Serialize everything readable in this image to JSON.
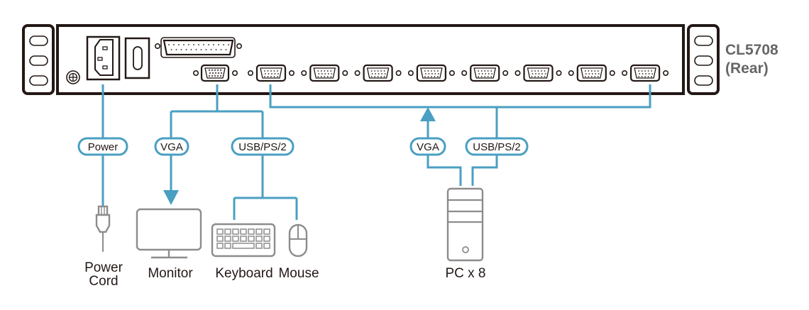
{
  "diagram": {
    "title_line1": "CL5708",
    "title_line2": "(Rear)",
    "colors": {
      "cable": "#4a9fc2",
      "outline": "#231815",
      "device": "#8c8c8c",
      "title": "#666666"
    },
    "cable_labels": {
      "power": "Power",
      "console_vga": "VGA",
      "console_usb": "USB/PS/2",
      "pc_vga": "VGA",
      "pc_usb": "USB/PS/2"
    },
    "devices": {
      "power_cord_line1": "Power",
      "power_cord_line2": "Cord",
      "monitor": "Monitor",
      "keyboard": "Keyboard",
      "mouse": "Mouse",
      "pc": "PC x 8"
    },
    "kvm_port_count": 8
  }
}
